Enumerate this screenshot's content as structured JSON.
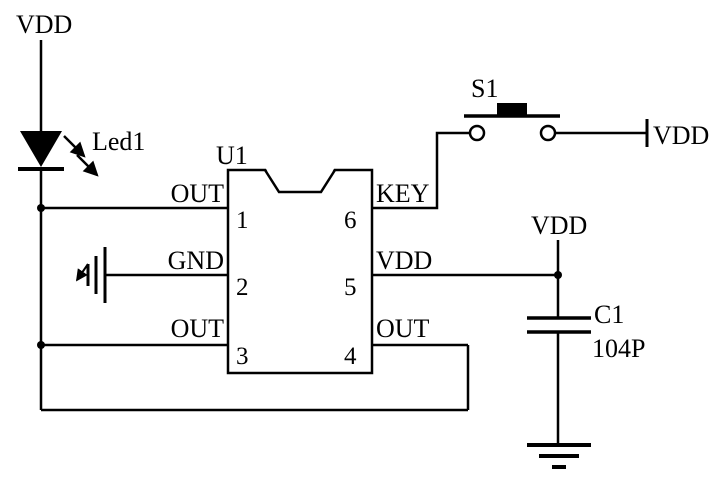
{
  "colors": {
    "ink": "#000000",
    "background": "#ffffff"
  },
  "schematic": {
    "power": {
      "top_left": "VDD",
      "switch_pull": "VDD",
      "decoupling": "VDD"
    },
    "led": {
      "ref": "Led1"
    },
    "ic": {
      "ref": "U1",
      "pins": {
        "p1": {
          "num": "1",
          "label": "OUT"
        },
        "p2": {
          "num": "2",
          "label": "GND"
        },
        "p3": {
          "num": "3",
          "label": "OUT"
        },
        "p4": {
          "num": "4",
          "label": "OUT"
        },
        "p5": {
          "num": "5",
          "label": "VDD"
        },
        "p6": {
          "num": "6",
          "label": "KEY"
        }
      }
    },
    "switch": {
      "ref": "S1"
    },
    "capacitor": {
      "ref": "C1",
      "value": "104P"
    }
  }
}
